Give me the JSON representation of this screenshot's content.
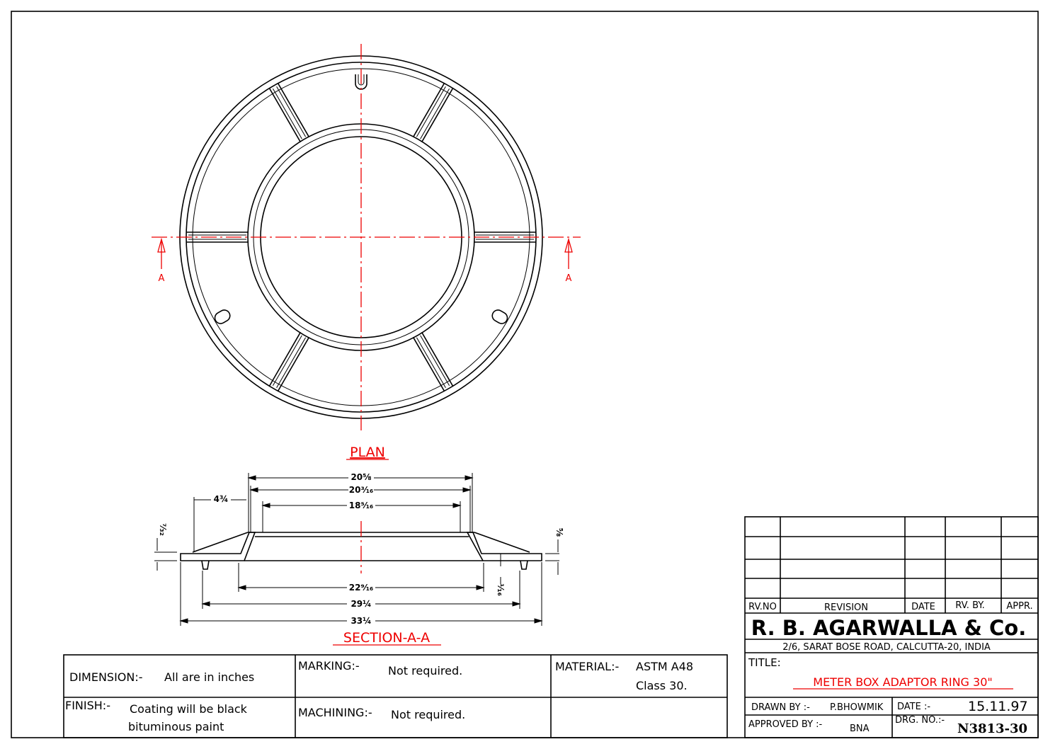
{
  "plan": {
    "label": "PLAN",
    "section_marker_left": "A",
    "section_marker_right": "A"
  },
  "section": {
    "label": "SECTION-A-A",
    "dims": {
      "d_top_outer": "20⅝",
      "d_top_mid": "20³⁄₁₆",
      "d_top_inner": "18⁵⁄₁₆",
      "d_flange": "4¾",
      "d_bottom_inner": "22⁹⁄₁₆",
      "d_bottom_mid": "29¼",
      "d_bottom_outer": "33¼",
      "h_left": "⁷⁄₃₂",
      "h_right": "⅝",
      "h_foot": "¹⁄₁₆"
    }
  },
  "notes": {
    "dimension_label": "DIMENSION:-",
    "dimension_value": "All are in inches",
    "marking_label": "MARKING:-",
    "marking_value": "Not required.",
    "material_label": "MATERIAL:-",
    "material_value_1": "ASTM A48",
    "material_value_2": "Class 30.",
    "finish_label": "FINISH:-",
    "finish_value_1": "Coating will be black",
    "finish_value_2": "bituminous paint",
    "machining_label": "MACHINING:-",
    "machining_value": "Not required."
  },
  "title_block": {
    "revision_headers": [
      "RV.NO",
      "REVISION",
      "DATE",
      "RV. BY.",
      "APPR."
    ],
    "company": "R. B. AGARWALLA & Co.",
    "address": "2/6, SARAT BOSE ROAD, CALCUTTA-20, INDIA",
    "title_label": "TITLE:",
    "title": "METER BOX ADAPTOR RING 30\"",
    "drawn_by_label": "DRAWN BY :-",
    "drawn_by": "P.BHOWMIK",
    "date_label": "DATE :-",
    "date": "15.11.97",
    "approved_by_label": "APPROVED BY :-",
    "approved_by": "BNA",
    "drg_no_label": "DRG. NO.:-",
    "drg_no": "N3813-30"
  },
  "colors": {
    "annotation": "#ee0000",
    "line": "#000000"
  }
}
